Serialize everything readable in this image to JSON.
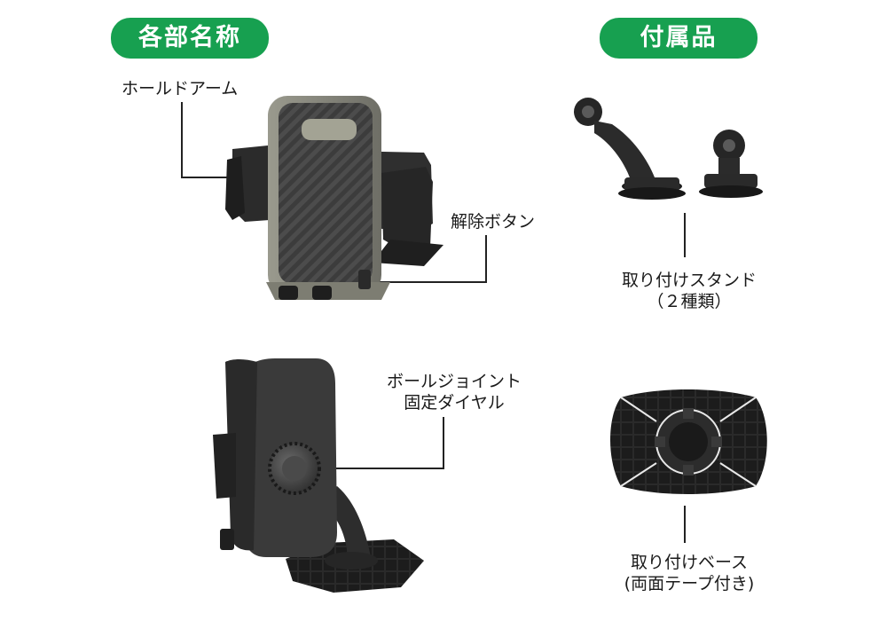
{
  "sections": {
    "parts_title": "各部名称",
    "accessories_title": "付属品"
  },
  "labels": {
    "hold_arm": "ホールドアーム",
    "release_button": "解除ボタン",
    "ball_joint_line1": "ボールジョイント",
    "ball_joint_line2": "固定ダイヤル",
    "stand_line1": "取り付けスタンド",
    "stand_line2": "（２種類）",
    "base_line1": "取り付けベース",
    "base_line2": "(両面テープ付き)"
  },
  "colors": {
    "accent_green": "#17a050",
    "leader_line": "#222222"
  }
}
